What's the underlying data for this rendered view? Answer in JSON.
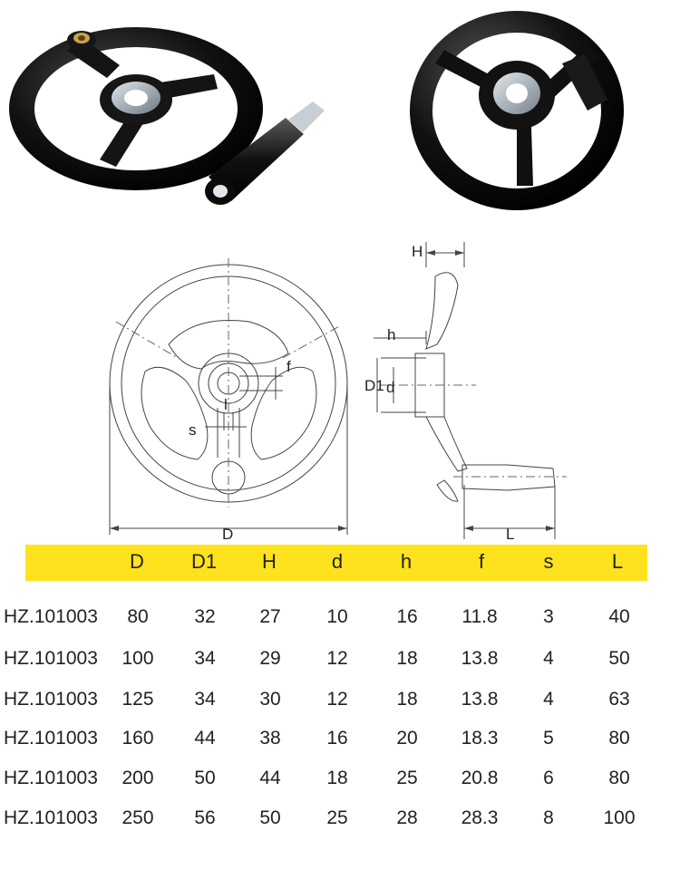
{
  "photos": {
    "left": "handwheel-with-handle-photo",
    "right": "handwheel-rear-photo"
  },
  "drawing": {
    "labels": {
      "D": "D",
      "D1": "D1",
      "d": "d",
      "f": "f",
      "s": "s",
      "l": "l",
      "H": "H",
      "h": "h",
      "L": "L"
    }
  },
  "table": {
    "columns": [
      "D",
      "D1",
      "H",
      "d",
      "h",
      "f",
      "s",
      "L"
    ],
    "rows": [
      {
        "model": "HZ.101003",
        "values": [
          "80",
          "32",
          "27",
          "10",
          "16",
          "11.8",
          "3",
          "40"
        ]
      },
      {
        "model": "HZ.101003",
        "values": [
          "100",
          "34",
          "29",
          "12",
          "18",
          "13.8",
          "4",
          "50"
        ]
      },
      {
        "model": "HZ.101003",
        "values": [
          "125",
          "34",
          "30",
          "12",
          "18",
          "13.8",
          "4",
          "63"
        ]
      },
      {
        "model": "HZ.101003",
        "values": [
          "160",
          "44",
          "38",
          "16",
          "20",
          "18.3",
          "5",
          "80"
        ]
      },
      {
        "model": "HZ.101003",
        "values": [
          "200",
          "50",
          "44",
          "18",
          "25",
          "20.8",
          "6",
          "80"
        ]
      },
      {
        "model": "HZ.101003",
        "values": [
          "250",
          "56",
          "50",
          "25",
          "28",
          "28.3",
          "8",
          "100"
        ]
      }
    ]
  },
  "colors": {
    "header_bg": "#fde21d",
    "wheel_body": "#0c0c0c",
    "hub_metal": "#9aa3ab"
  }
}
